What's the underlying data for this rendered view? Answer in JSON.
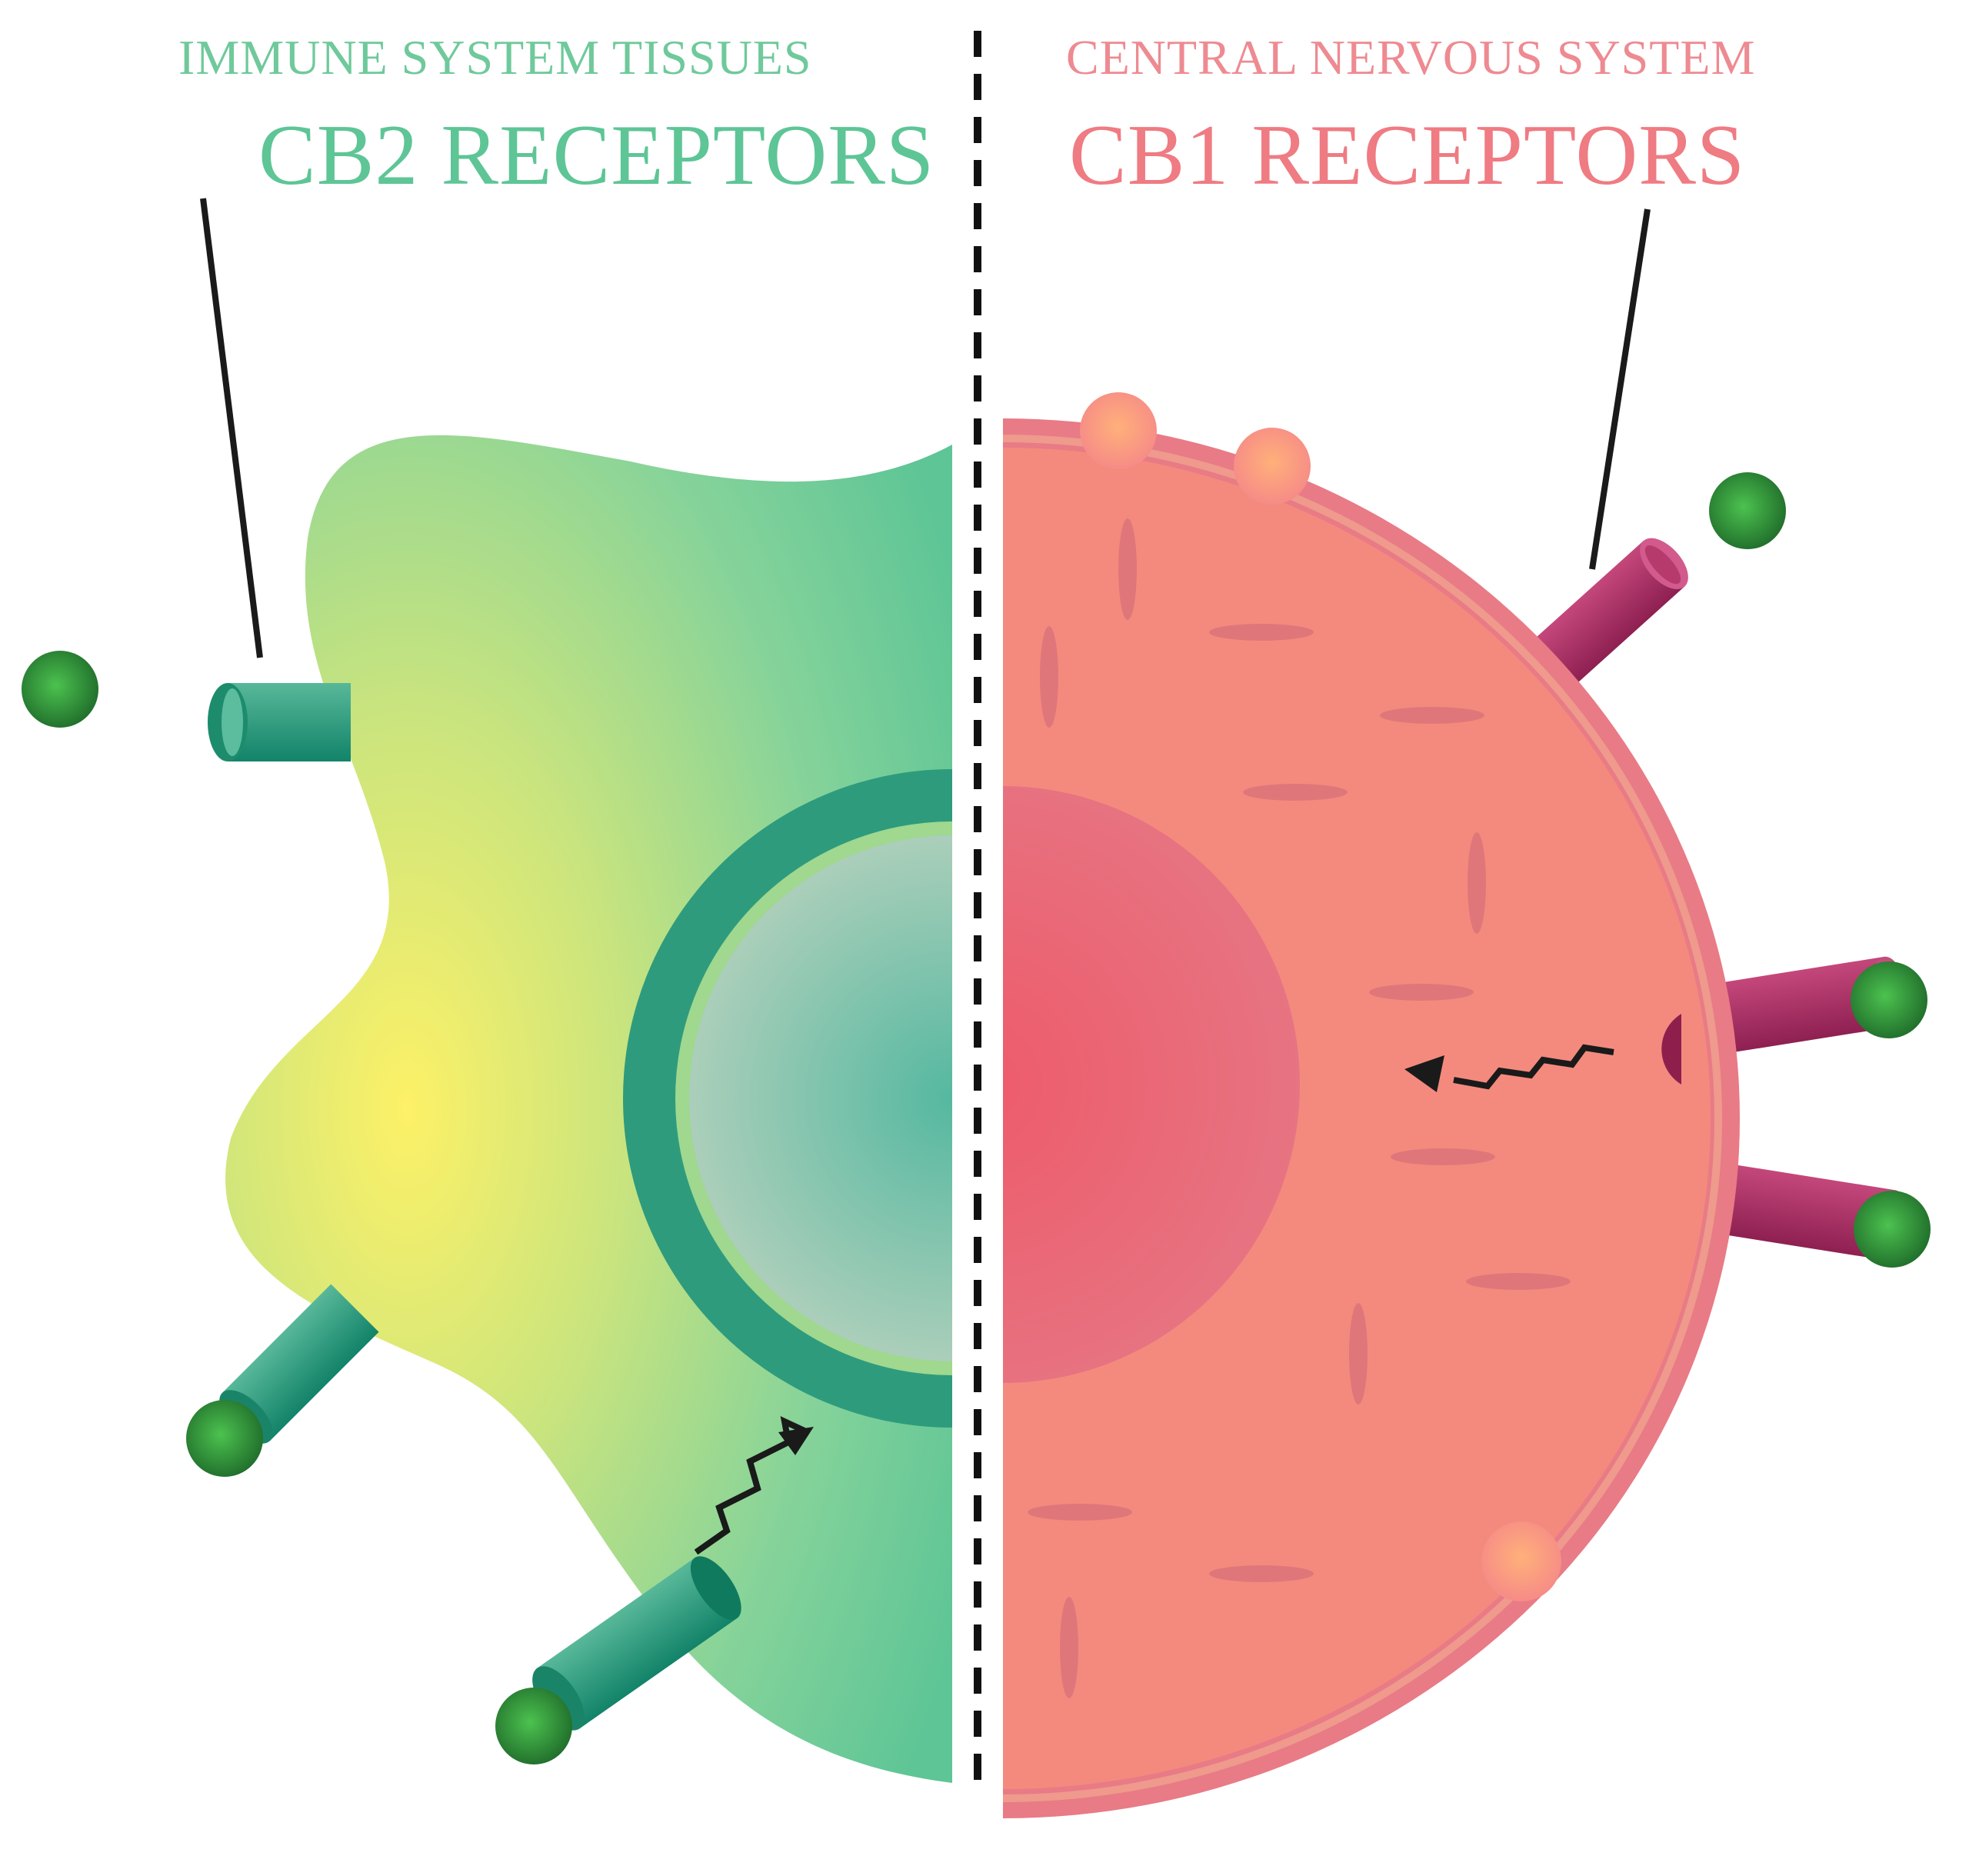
{
  "left_panel": {
    "subtitle": "IMMUNE SYSTEM TISSUES",
    "title": "CB2 RECEPTORS",
    "color": "#5ec596"
  },
  "right_panel": {
    "subtitle": "CENTRAL NERVOUS SYSTEM",
    "title": "CB1 RECEPTORS",
    "color": "#ef7b83"
  },
  "colors": {
    "cannabinoid_dot": "#2f8f3a",
    "cb2_receptor": "#178a6e",
    "cb1_receptor": "#a8305e",
    "signal_arrow": "#1a1a1a",
    "divider": "#111111"
  }
}
